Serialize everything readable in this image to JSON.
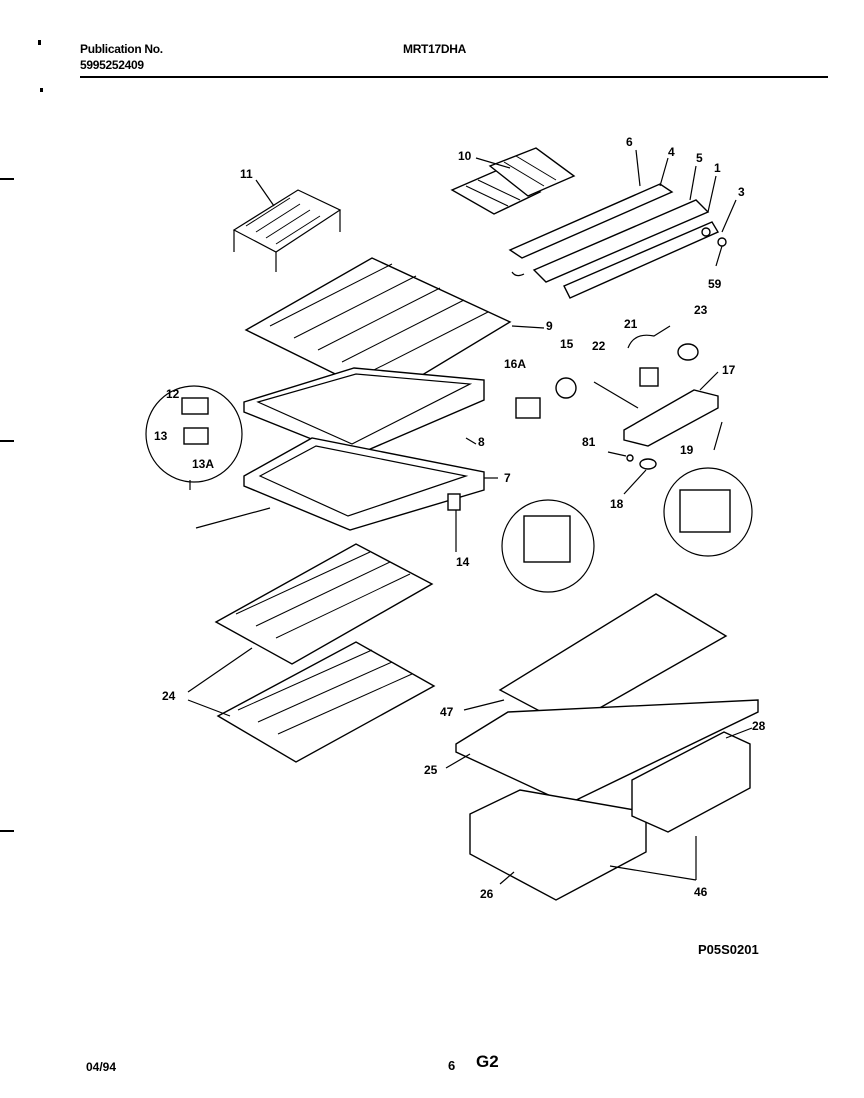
{
  "header": {
    "publication_label": "Publication No.",
    "publication_number": "5995252409",
    "model": "MRT17DHA"
  },
  "callouts": [
    "11",
    "10",
    "6",
    "4",
    "5",
    "1",
    "3",
    "59",
    "9",
    "21",
    "23",
    "15",
    "16A",
    "22",
    "17",
    "12",
    "13",
    "13A",
    "8",
    "81",
    "19",
    "7",
    "18",
    "14",
    "24",
    "47",
    "28",
    "25",
    "26",
    "46"
  ],
  "drawing_code": "P05S0201",
  "footer": {
    "date": "04/94",
    "page": "6",
    "section": "G2"
  }
}
